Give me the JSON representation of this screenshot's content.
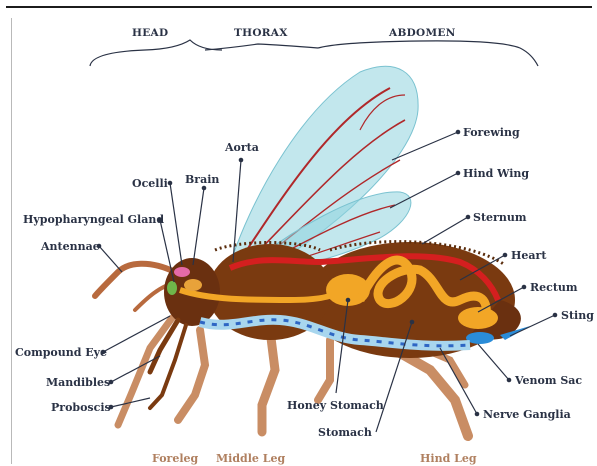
{
  "sections": {
    "head": "HEAD",
    "thorax": "THORAX",
    "abdomen": "ABDOMEN"
  },
  "labels_left": {
    "ocelli": "Ocelli",
    "brain": "Brain",
    "aorta": "Aorta",
    "hypopharyngeal_gland": "Hypopharyngeal Gland",
    "antennae": "Antennae",
    "compound_eye": "Compound Eye",
    "mandibles": "Mandibles",
    "proboscis": "Proboscis"
  },
  "labels_right": {
    "forewing": "Forewing",
    "hind_wing": "Hind Wing",
    "sternum": "Sternum",
    "heart": "Heart",
    "rectum": "Rectum",
    "sting": "Sting",
    "venom_sac": "Venom Sac",
    "nerve_ganglia": "Nerve Ganglia"
  },
  "labels_bottom": {
    "honey_stomach": "Honey Stomach",
    "stomach": "Stomach"
  },
  "legs": {
    "foreleg": "Foreleg",
    "middle_leg": "Middle Leg",
    "hind_leg": "Hind Leg"
  },
  "colors": {
    "label_text": "#2a3245",
    "leg_label": "#b08060",
    "body_brown": "#7a3a10",
    "wing": "#8fd3df",
    "aorta_red": "#d41f1f",
    "gut_orange": "#f2a626",
    "nerve_blue": "#2e66c4"
  }
}
